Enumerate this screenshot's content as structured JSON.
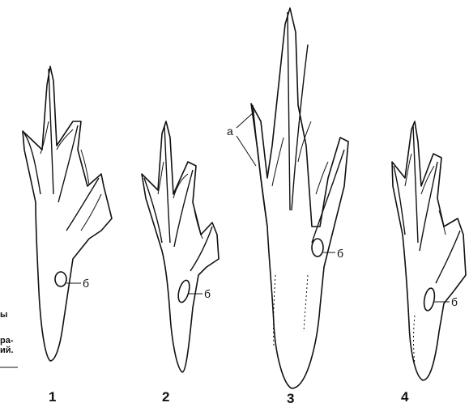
{
  "figure": {
    "numbers": [
      "1",
      "2",
      "3",
      "4"
    ],
    "callout_a": "а",
    "callout_b": "б",
    "edge_fragments": [
      "ы",
      "ра-",
      "ий."
    ]
  }
}
